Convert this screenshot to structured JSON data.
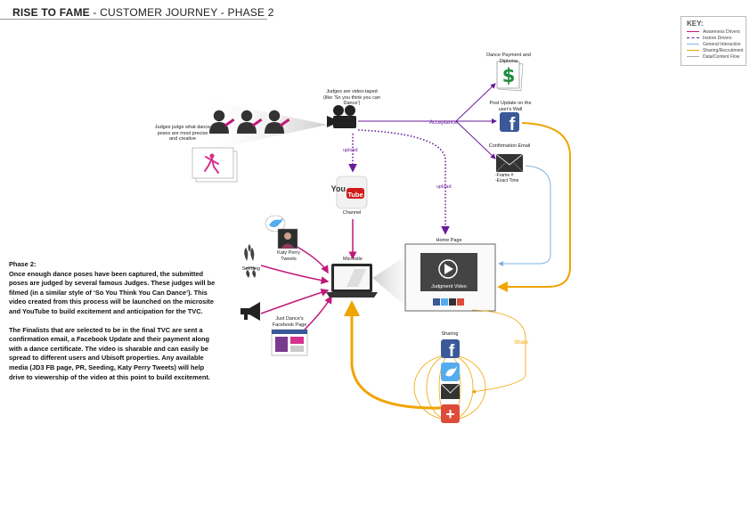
{
  "header": {
    "title_bold": "RISE TO FAME",
    "title_rest": " - CUSTOMER JOURNEY - PHASE 2"
  },
  "key": {
    "title": "KEY:",
    "items": [
      {
        "label": "Awareness Drivers",
        "color": "#c2187c",
        "style": "solid"
      },
      {
        "label": "Instore Drivers",
        "color": "#6a1b9a",
        "style": "dashed"
      },
      {
        "label": "General Interaction",
        "color": "#7fb3e0",
        "style": "solid"
      },
      {
        "label": "Sharing/Recruitment",
        "color": "#f0a400",
        "style": "solid"
      },
      {
        "label": "Data/Content Flow",
        "color": "#aaaaaa",
        "style": "solid"
      }
    ]
  },
  "colors": {
    "awareness": "#c2187c",
    "instore": "#6a1b9a",
    "general": "#7fb3e0",
    "sharing": "#f0a400",
    "facebook": "#3b5998",
    "twitter": "#55acee",
    "plus": "#dd4b39"
  },
  "nodes": {
    "judges": "Judges judge what dance poses are most precise and creative",
    "videotaped": "Judges are video-taped (like ‘So you think you can Dance’)",
    "youtube_word1": "You",
    "youtube_word2": "Tube",
    "youtube_label": "Channel",
    "dance_payment": "Dance Payment and Diploma",
    "post_update": "Post Update on the user's Wall",
    "confirmation": "Confirmation Email",
    "confirmation_detail": "-Frame #\n-Exact Time",
    "home_page": "Home Page",
    "judgment_video": "Judgment Video",
    "microsite": "Microsite",
    "katy": "Katy Perry Tweets",
    "seeding": "Seeding",
    "pr": "PR",
    "facebook_page": "Just Dance's Facebook Page",
    "sharing": "Sharing",
    "share": "Share",
    "dollar": "$",
    "fb_letter": "f",
    "tw_letter": "t",
    "plus": "+"
  },
  "flow_labels": {
    "acceptance": "Acceptance",
    "upload1": "upload",
    "upload2": "upload"
  },
  "phase": {
    "heading": "Phase 2:",
    "para1": "Once enough dance poses have been captured, the submitted poses are judged by several famous Judges. These judges will be filmed (in a similar style of ‘So You Think You Can Dance’). This video created from this process will be launched on the microsite and YouTube to build excitement and anticipation for the TVC.",
    "para2": "The Finalists that are selected to be in the final TVC are sent a confirmation email, a Facebook Update and their payment along with a dance certificate. The video is sharable and can easily be spread to different users and Ubisoft properties. Any available media (JD3 FB page, PR, Seeding, Katy Perry Tweets) will help drive to viewership of the video at this point to build excitement."
  }
}
